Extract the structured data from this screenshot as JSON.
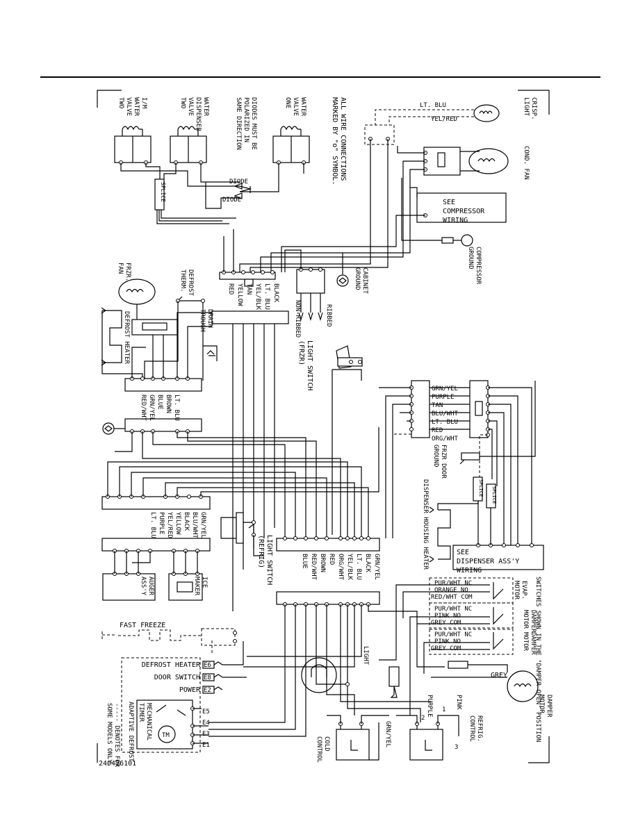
{
  "diagram": {
    "part_number": "240426101",
    "top_labels": {
      "im_valve": [
        "I/M",
        "WATER",
        "VALVE",
        "TWO"
      ],
      "dispenser_valve": [
        "WATER",
        "DISPENSER",
        "VALVE",
        "TWO"
      ],
      "diodes_note": [
        "DIODES MUST BE",
        "POLARIZED IN",
        "SAME DIRECTION"
      ],
      "water_valve_one": [
        "WATER",
        "VALVE",
        "ONE"
      ],
      "connections_note": [
        "ALL WIRE CONNECTIONS",
        "MARKED BY \"o\" SYMBOL."
      ],
      "crisp_light": [
        "CRISP.",
        "LIGHT"
      ],
      "cond_fan": [
        "COND. FAN"
      ],
      "compressor_wiring": [
        "SEE",
        "COMPRESSOR",
        "WIRING"
      ],
      "compressor_ground": [
        "COMPRESSOR",
        "GROUND"
      ],
      "cabinet_ground": [
        "CABINET",
        "GROUND"
      ],
      "frzr_fan": [
        "FRZR.",
        "FAN"
      ],
      "defrost_therm": [
        "DEFROST",
        "THERM."
      ],
      "defrost_heater": "DEFROST HEATER",
      "drain_trough": [
        "DRAIN",
        "TROUGH"
      ],
      "ribbed": "RIBBED",
      "non_ribbed": "NON-RIBBED",
      "light_switch_frzr": [
        "LIGHT SWITCH",
        "(FRZR)"
      ],
      "frzr_door_ground": [
        "FRZR DOOR",
        "GROUND"
      ],
      "dispenser_housing_heater": "DISPENSER HOUSING HEATER",
      "dispenser_wiring": [
        "SEE",
        "DISPENSER ASS'Y",
        "WIRING"
      ],
      "light_switch_refrig": [
        "LIGHT SWITCH",
        "(REFRIG)"
      ],
      "auger": [
        "AUGER",
        "ASS'Y"
      ],
      "ice_maker": [
        "ICE",
        "MAKER"
      ],
      "fast_freeze": "FAST FREEZE",
      "cold_control": [
        "COLD",
        "CONTROL"
      ],
      "refrig_control": [
        "REFRIG.",
        "CONTROL"
      ],
      "light": "LIGHT",
      "damper_motor": [
        "DAMPER",
        "MOTOR"
      ],
      "grey": "GREY",
      "purple": "PURPLE",
      "pink": "PINK",
      "grn_yel": "GRN/YEL",
      "switches_note": [
        "SWITCHES SHOWN IN THE \"DAMPER OPEN\" POSITION"
      ],
      "evap_damper_motor": [
        "EVAP.",
        "MOTOR"
      ],
      "damper_motor_2": [
        "DAMPER",
        "MOTOR"
      ],
      "damper_motor_3": [
        "DAMPER",
        "MOTOR"
      ],
      "some_models": [
        "----- DENOTES FOR",
        "SOME MODELS ONLY."
      ],
      "adaptive_defrost": "ADAPTIVE DEFROST",
      "mechanical_timer": [
        "MECHANICAL",
        "TIMER"
      ],
      "tm": "TM",
      "diode_1": "DIODE",
      "diode_2": "DIODE",
      "splice": "SPLICE",
      "lt_blu": "LT. BLU",
      "yel_red": "YEL/RED"
    },
    "conn_wires_upper": [
      "BLACK",
      "LT. BLU",
      "YEL/BLK",
      "TAN",
      "YELLOW",
      "RED"
    ],
    "conn_wires_left1": [
      "LT. BLU",
      "BROWN",
      "BLUE",
      "GRN/YEL",
      "RED/WHT"
    ],
    "conn_wires_left2": [
      "GRN/YEL",
      "BLU/WHT",
      "BLACK",
      "YELLOW",
      "YEL/RED",
      "PURPLE",
      "LT. BLU"
    ],
    "conn_wires_center": [
      "GRN/YEL",
      "BLACK",
      "LT. BLU",
      "YEL/BLK",
      "ORG/WHT",
      "RED",
      "BROWN",
      "RED/WHT",
      "BLUE"
    ],
    "conn_wires_right": [
      "GRN/YEL",
      "PURPLE",
      "TAN",
      "BLU/WHT",
      "LT. BLU",
      "RED",
      "ORG/WHT"
    ],
    "damper_switches": [
      [
        "PUR/WHT NC",
        "ORANGE NO",
        "RED/WHT COM"
      ],
      [
        "PUR/WHT NC",
        "PINK NO",
        "GREY COM"
      ],
      [
        "PUR/WHT NC",
        "PINK NO",
        "GREY COM"
      ]
    ],
    "timer_terminals": [
      "DEFROST HEATER",
      "DOOR SWITCH",
      "POWER"
    ],
    "timer_codes": [
      "E6",
      "E8",
      "E2"
    ],
    "timer_e_codes": [
      "E5",
      "E4",
      "E3",
      "E1"
    ],
    "control_numbers": [
      "2",
      "1",
      "3"
    ]
  }
}
